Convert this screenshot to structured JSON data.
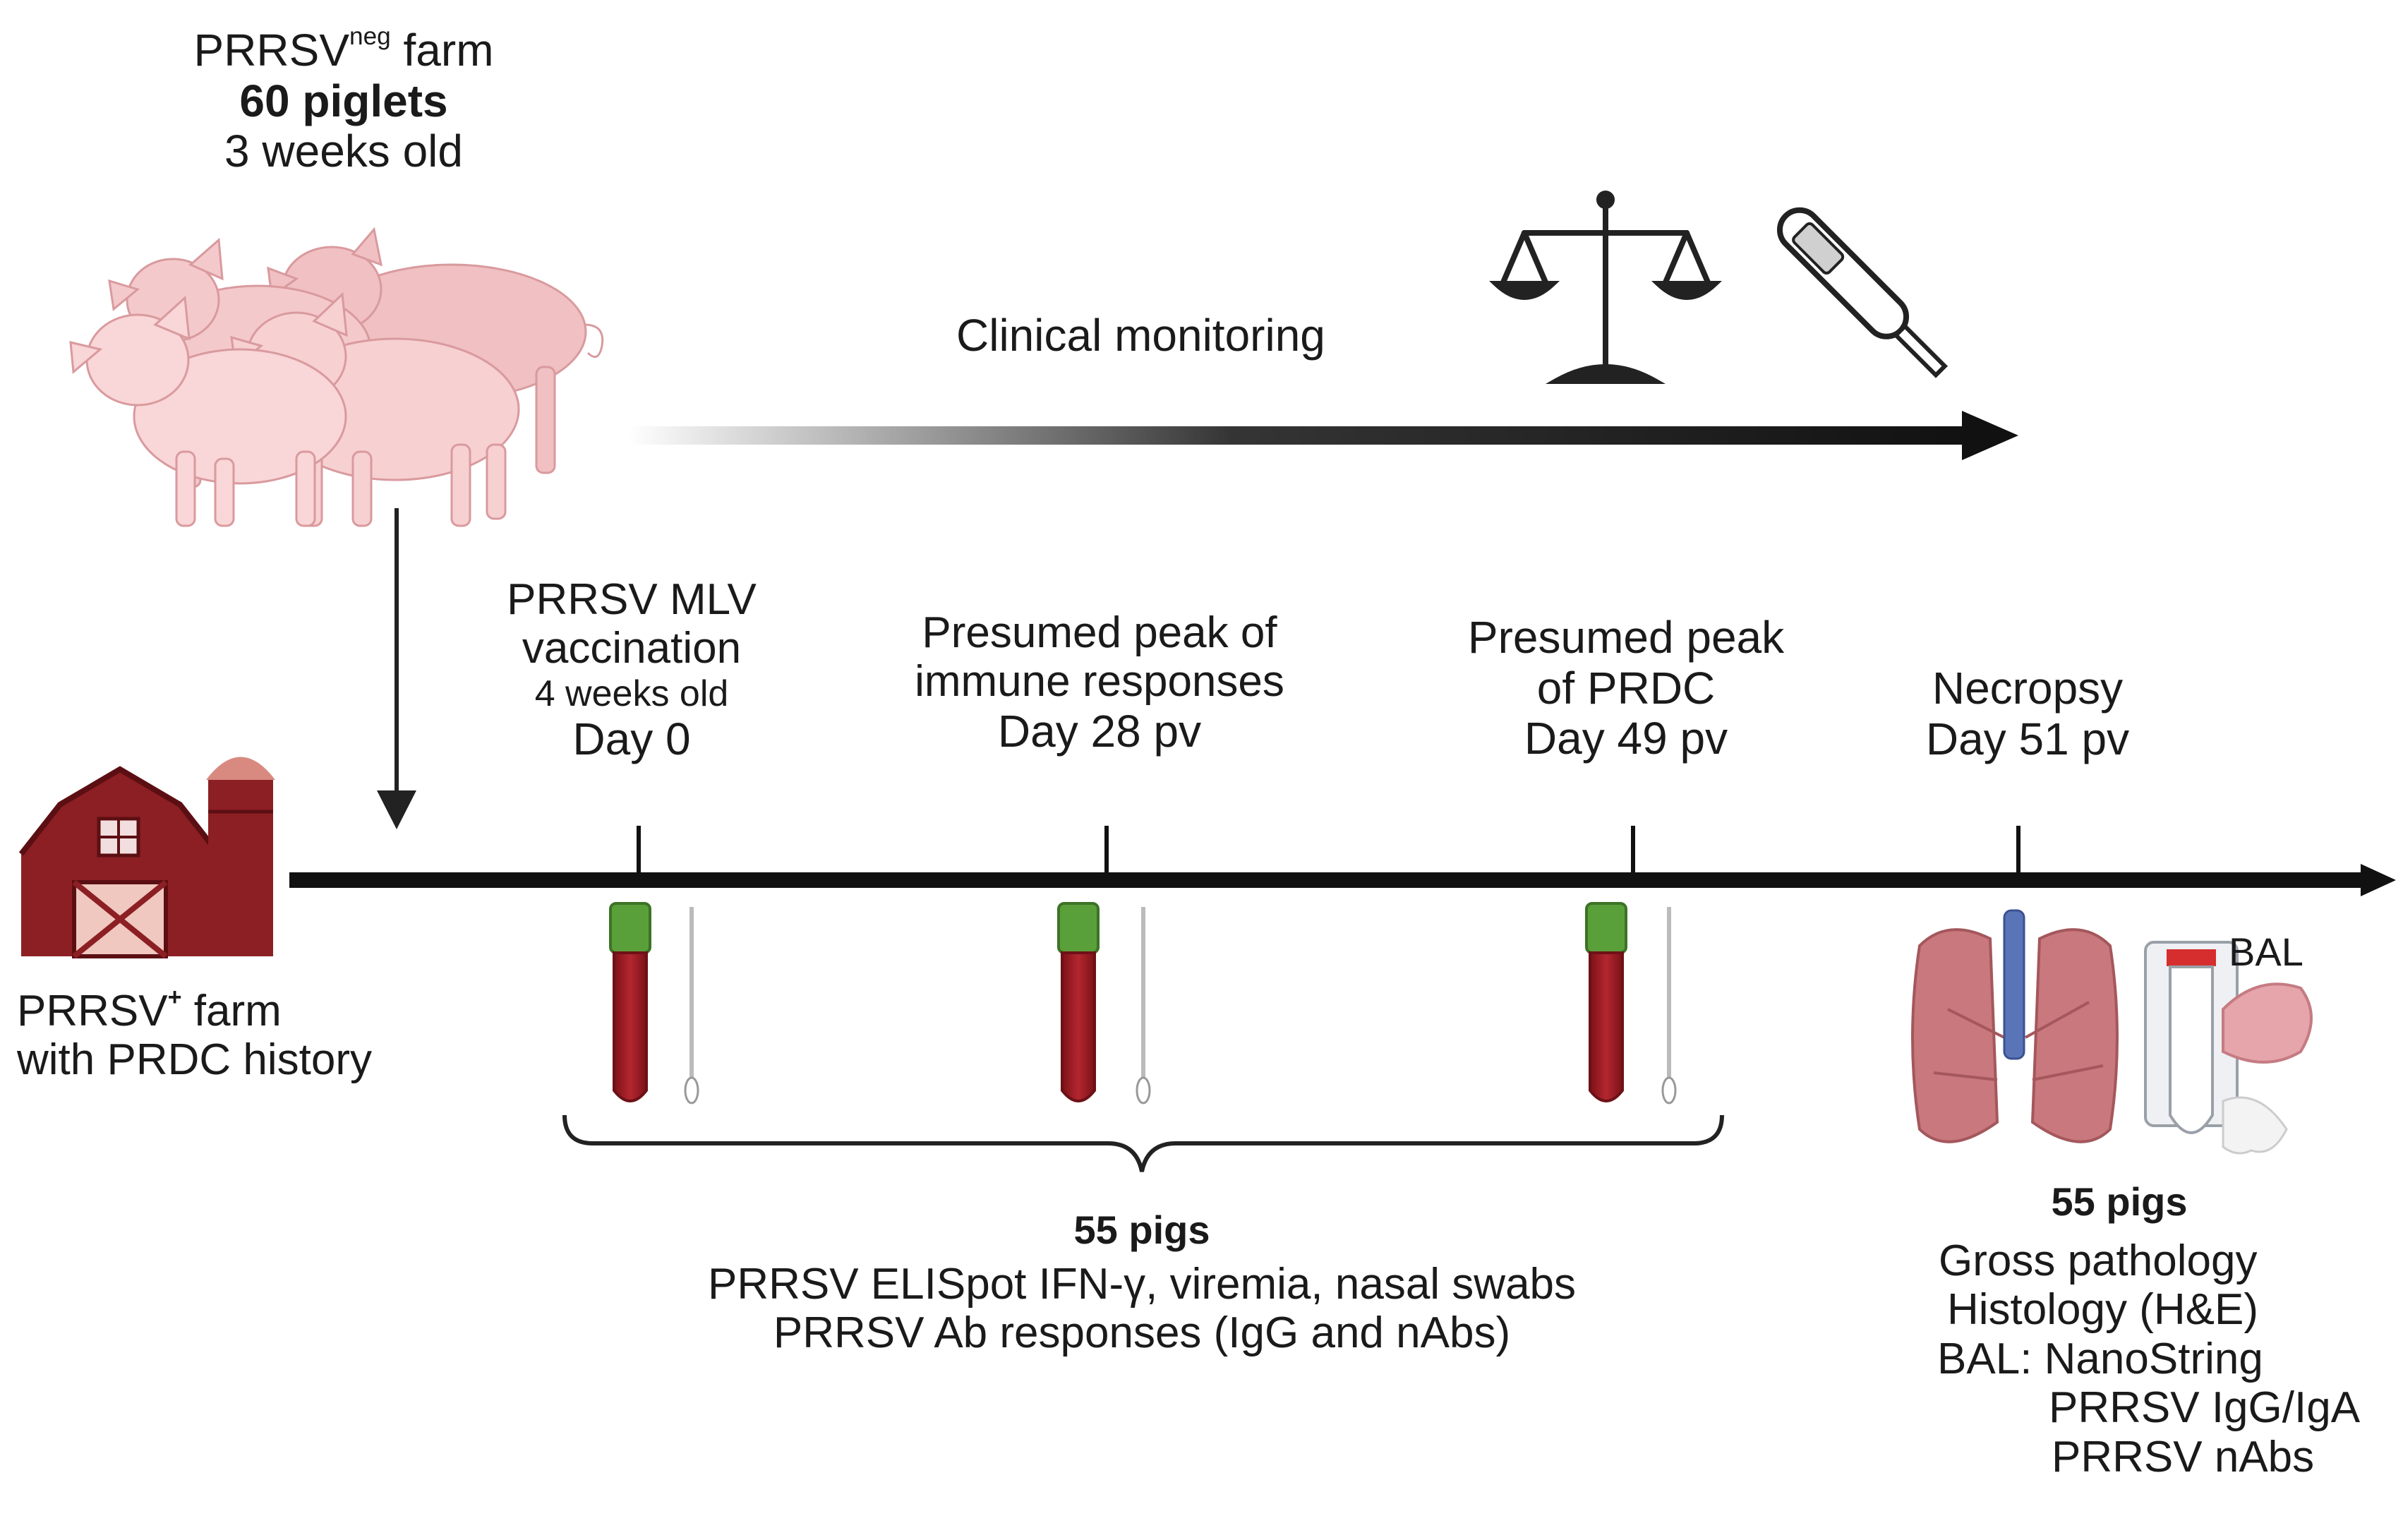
{
  "source_farm": {
    "name": "PRRSV",
    "name_sup": "neg",
    "name_suffix": " farm",
    "count": "60 piglets",
    "age": "3 weeks old"
  },
  "monitoring": {
    "label": "Clinical monitoring",
    "icons": [
      "balance-scale-icon",
      "thermometer-icon"
    ]
  },
  "destination_farm": {
    "line1_prefix": "PRRSV",
    "line1_sup": "+",
    "line1_suffix": " farm",
    "line2": "with PRDC history"
  },
  "timepoints": [
    {
      "line1": "PRRSV MLV",
      "line2": "vaccination",
      "line3": "4 weeks old",
      "day": "Day 0"
    },
    {
      "line1": "Presumed peak of",
      "line2": "immune responses",
      "day": "Day 28 pv"
    },
    {
      "line1": "Presumed peak",
      "line2": "of PRDC",
      "day": "Day 49 pv"
    },
    {
      "line1": "Necropsy",
      "day": "Day 51 pv"
    }
  ],
  "sampling": {
    "count": "55 pigs",
    "line1": "PRRSV ELISpot IFN-γ, viremia, nasal swabs",
    "line2": "PRRSV Ab responses (IgG and nAbs)"
  },
  "necropsy": {
    "bal_label": "BAL",
    "count": "55 pigs",
    "items": [
      "Gross pathology",
      "Histology (H&E)",
      "BAL: NanoString",
      "PRRSV IgG/IgA",
      "PRRSV nAbs"
    ]
  },
  "colors": {
    "timeline": "#111111",
    "barn_red": "#8c1f24",
    "blood": "#a3212a",
    "cap_green": "#5aa03a",
    "pig_pink": "#f2c4c4",
    "lung_pink": "#c9787d"
  }
}
